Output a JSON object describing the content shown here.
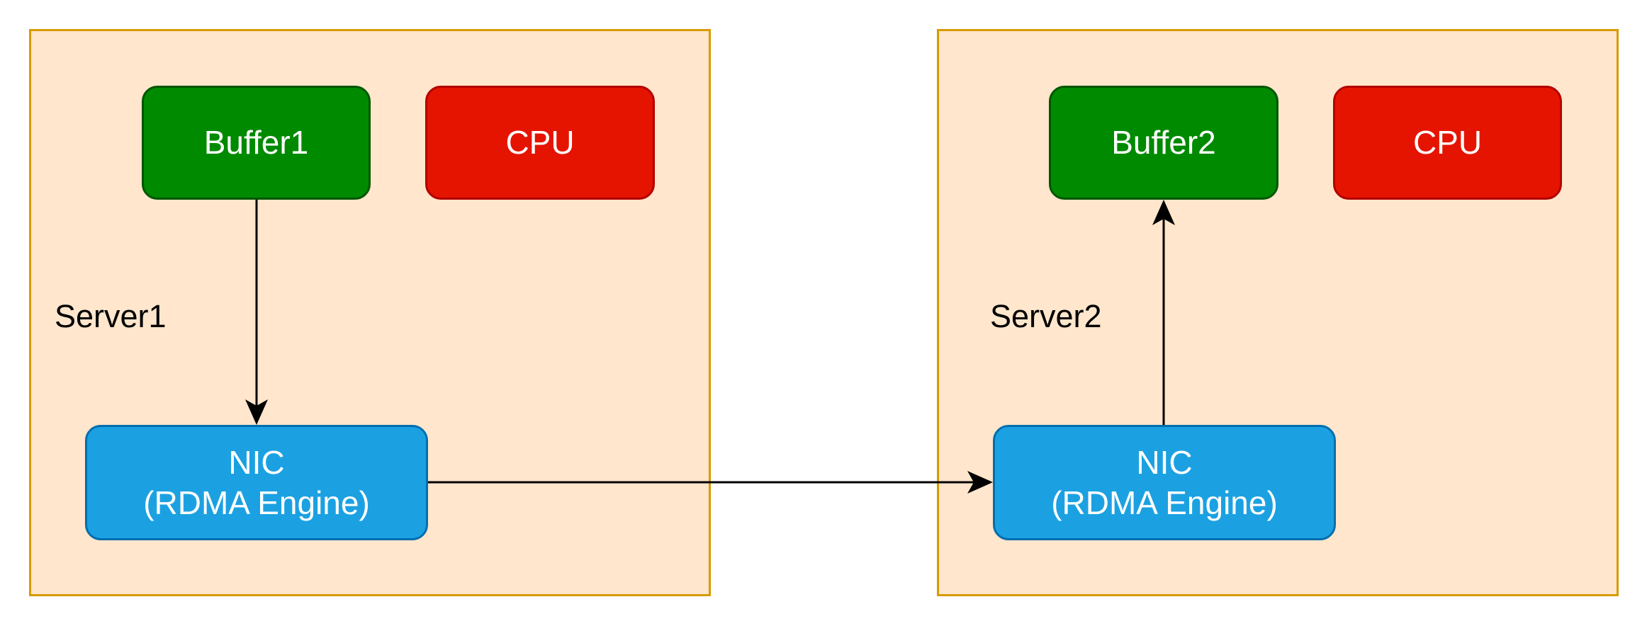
{
  "servers": [
    {
      "label": "Server1",
      "buffer": "Buffer1",
      "cpu": "CPU",
      "nic": {
        "line1": "NIC",
        "line2": "(RDMA Engine)"
      }
    },
    {
      "label": "Server2",
      "buffer": "Buffer2",
      "cpu": "CPU",
      "nic": {
        "line1": "NIC",
        "line2": "(RDMA Engine)"
      }
    }
  ],
  "colors": {
    "server_fill": "#ffe6cc",
    "server_stroke": "#d79b00",
    "buffer_fill": "#008a00",
    "buffer_stroke": "#005700",
    "cpu_fill": "#e51400",
    "cpu_stroke": "#b20000",
    "nic_fill": "#1ba1e2",
    "nic_stroke": "#006eaf",
    "edge": "#000000"
  }
}
